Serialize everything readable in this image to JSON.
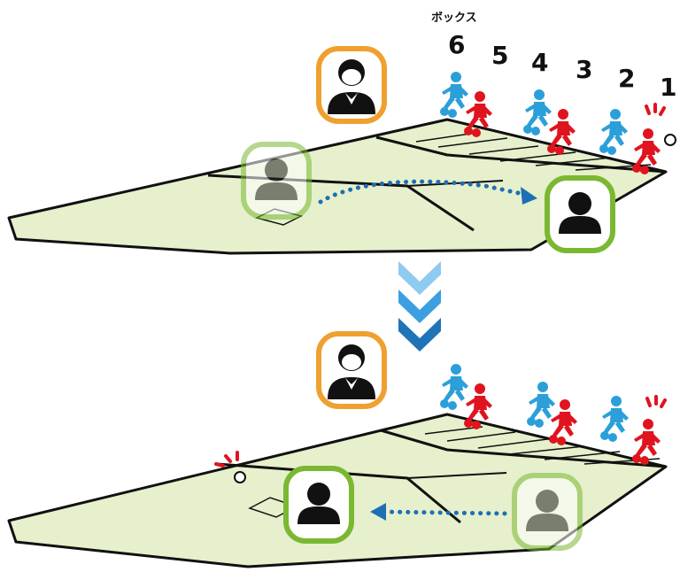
{
  "colors": {
    "field": "#e6f0cc",
    "outline": "#111111",
    "blue_player": "#2b9fd9",
    "red_player": "#e0141e",
    "umpire_ring": "#f0a030",
    "active_ring": "#7ab832",
    "faded_ring": "#c6dea8",
    "arrow": "#1d6fb5",
    "chevron_light": "#8fcaf0",
    "chevron_mid": "#3b9fe0",
    "chevron_dark": "#1f74b8"
  },
  "icons": {
    "umpire": "umpire-icon",
    "referee_before": "referee-icon",
    "referee_after": "referee-icon",
    "ball": "ball-icon",
    "down_arrow": "chevron-down-icon"
  },
  "box_label": "ボックス",
  "box_numbers": [
    "6",
    "5",
    "4",
    "3",
    "2",
    "1"
  ]
}
